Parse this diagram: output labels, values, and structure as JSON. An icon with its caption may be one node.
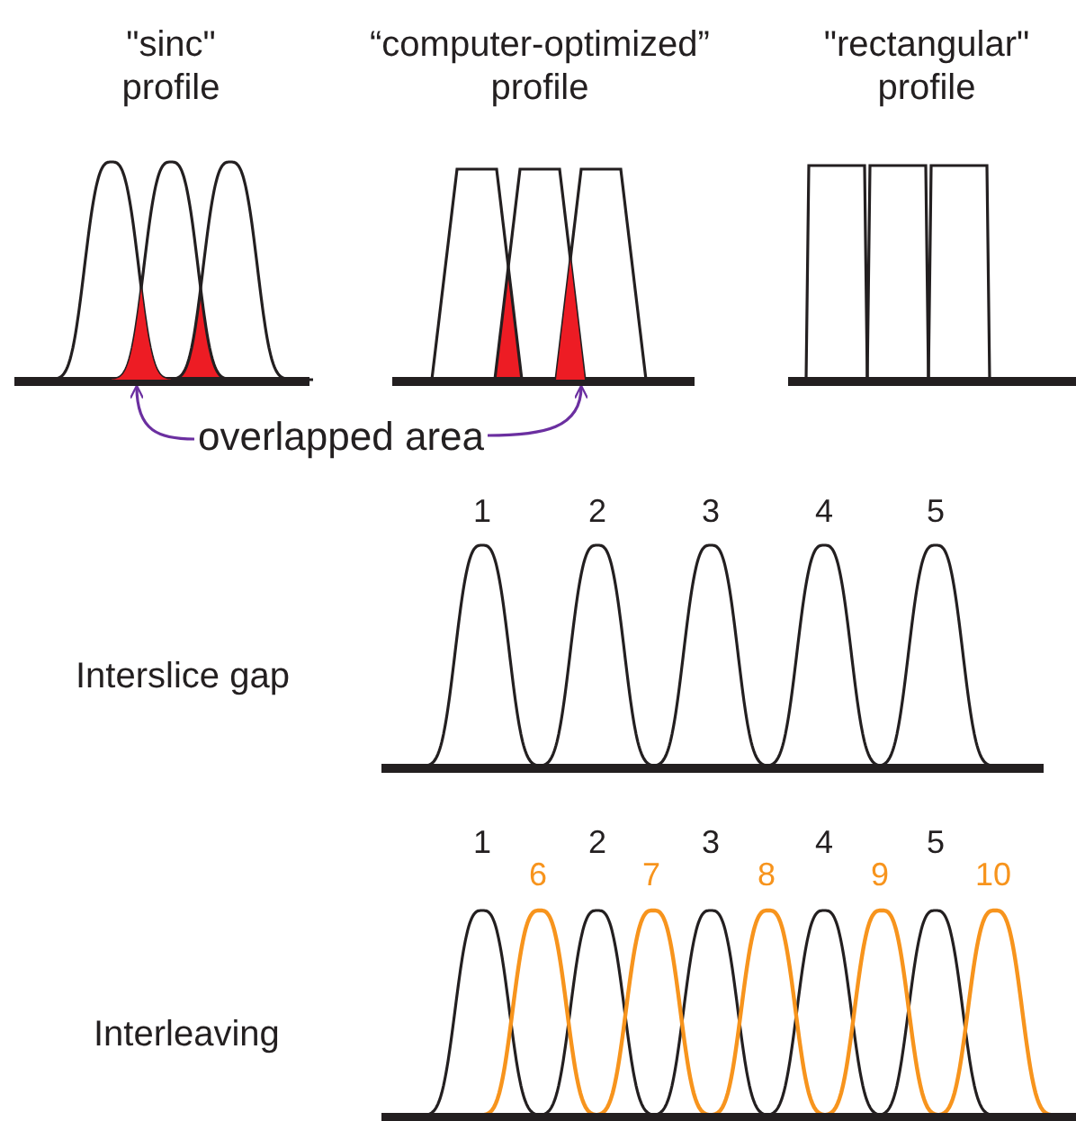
{
  "diagram": {
    "nodes": [
      {
        "text": [
          "overlapped area"
        ]
      },
      {
        "text": [],
        "shape": "picture"
      },
      {
        "text": [],
        "shape": "picture"
      }
    ],
    "edges": [
      {
        "from": 0,
        "to": 1,
        "arrow": "to",
        "color": "#6b2fa0"
      },
      {
        "from": 0,
        "to": 2,
        "arrow": "to",
        "color": "#6b2fa0"
      }
    ],
    "labels": [
      "\"sinc\" profile",
      "“computer-optimized” profile",
      "\"rectangular\" profile",
      "1",
      "2",
      "3",
      "4",
      "5",
      "Interslice gap",
      "1",
      "2",
      "3",
      "4",
      "5",
      "6",
      "7",
      "8",
      "9",
      "10",
      "Interleaving"
    ]
  }
}
